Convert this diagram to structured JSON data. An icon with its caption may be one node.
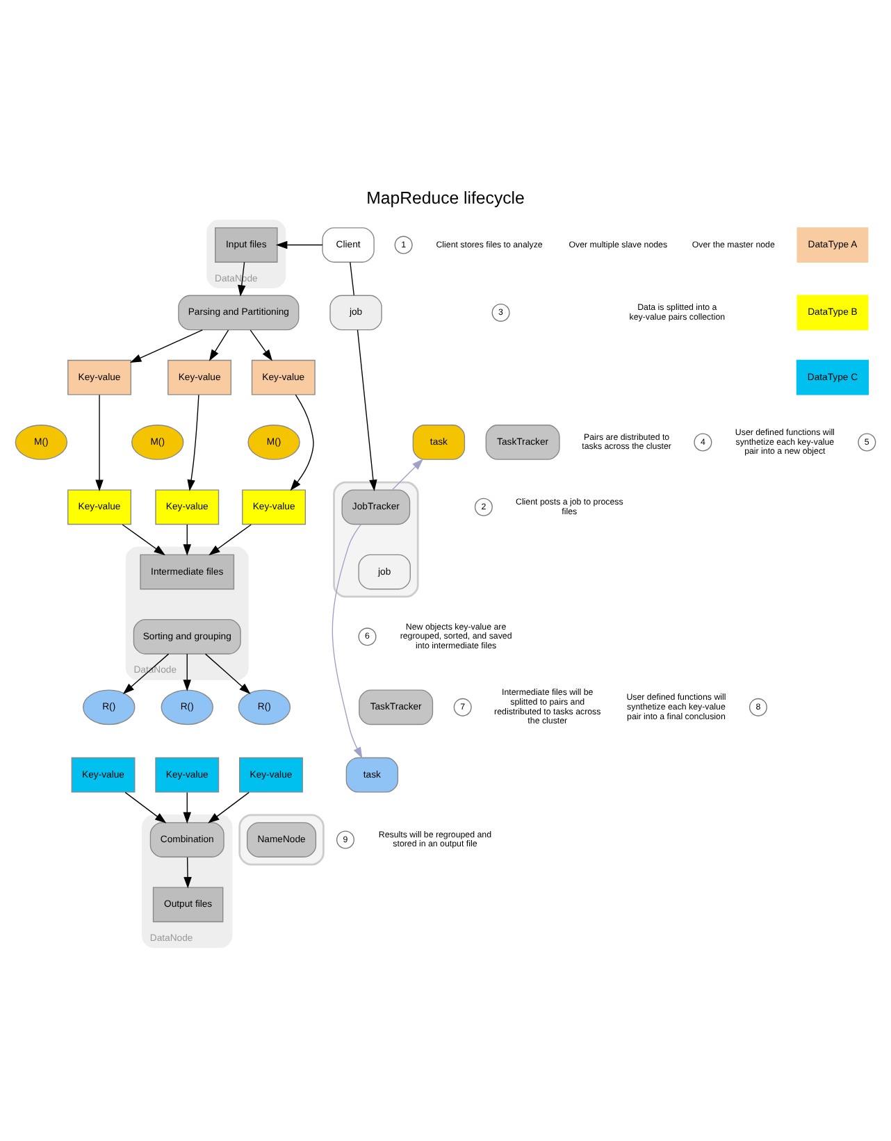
{
  "diagram": {
    "title": "MapReduce lifecycle",
    "nodes": [
      {
        "text": [
          "DataNode"
        ]
      },
      {
        "text": [
          "Input files"
        ],
        "in": 0
      },
      {
        "text": [
          "Parsing and Partitioning"
        ]
      },
      {
        "text": [
          "Key-value"
        ]
      },
      {
        "text": [
          "Key-value"
        ]
      },
      {
        "text": [
          "Key-value"
        ]
      },
      {
        "text": [
          "M()"
        ]
      },
      {
        "text": [
          "M()"
        ]
      },
      {
        "text": [
          "M()"
        ]
      },
      {
        "text": [
          "Key-value"
        ]
      },
      {
        "text": [
          "Key-value"
        ]
      },
      {
        "text": [
          "Key-value"
        ]
      },
      {
        "text": [
          "DataNode"
        ]
      },
      {
        "text": [
          "Intermediate files"
        ],
        "in": 12
      },
      {
        "text": [
          "Sorting and grouping"
        ],
        "in": 12
      },
      {
        "text": [
          "R()"
        ]
      },
      {
        "text": [
          "R()"
        ]
      },
      {
        "text": [
          "R()"
        ]
      },
      {
        "text": [
          "Key-value"
        ]
      },
      {
        "text": [
          "Key-value"
        ]
      },
      {
        "text": [
          "Key-value"
        ]
      },
      {
        "text": [
          "DataNode"
        ]
      },
      {
        "text": [
          "Combination"
        ],
        "in": 21
      },
      {
        "text": [
          "Output files"
        ],
        "in": 21
      },
      {
        "text": [
          "Client"
        ]
      },
      {
        "text": [
          "job"
        ]
      },
      {
        "text": [
          "TaskTracker"
        ]
      },
      {
        "text": [
          "task"
        ]
      },
      {
        "text": [],
        "shape": "box"
      },
      {
        "text": [
          "JobTracker"
        ],
        "in": 28
      },
      {
        "text": [
          "job"
        ],
        "in": 28
      },
      {
        "text": [
          "TaskTracker"
        ]
      },
      {
        "text": [
          "task"
        ]
      },
      {
        "text": [],
        "shape": "box"
      },
      {
        "text": [
          "NameNode"
        ],
        "in": 33
      }
    ],
    "edges": [
      {
        "from": 24,
        "to": 1,
        "arrow": "to"
      },
      {
        "from": 1,
        "to": 2,
        "arrow": "to"
      },
      {
        "from": 2,
        "to": 3,
        "arrow": "to"
      },
      {
        "from": 2,
        "to": 4,
        "arrow": "to"
      },
      {
        "from": 2,
        "to": 5,
        "arrow": "to"
      },
      {
        "from": 3,
        "to": 9,
        "arrow": "to"
      },
      {
        "from": 4,
        "to": 10,
        "arrow": "to"
      },
      {
        "from": 5,
        "to": 11,
        "arrow": "to"
      },
      {
        "from": 9,
        "to": 13,
        "arrow": "to"
      },
      {
        "from": 10,
        "to": 13,
        "arrow": "to"
      },
      {
        "from": 11,
        "to": 13,
        "arrow": "to"
      },
      {
        "from": 14,
        "to": 15,
        "arrow": "to"
      },
      {
        "from": 14,
        "to": 16,
        "arrow": "to"
      },
      {
        "from": 14,
        "to": 17,
        "arrow": "to"
      },
      {
        "from": 18,
        "to": 22,
        "arrow": "to"
      },
      {
        "from": 19,
        "to": 22,
        "arrow": "to"
      },
      {
        "from": 20,
        "to": 22,
        "arrow": "to"
      },
      {
        "from": 22,
        "to": 23,
        "arrow": "to"
      },
      {
        "from": 24,
        "to": 25,
        "arrow": "none"
      },
      {
        "from": 25,
        "to": 29,
        "arrow": "to"
      },
      {
        "from": 29,
        "to": 27,
        "arrow": "to",
        "color": "#a0a0c8"
      },
      {
        "from": 29,
        "to": 32,
        "arrow": "to",
        "color": "#a0a0c8"
      }
    ],
    "labels": [
      "1",
      "Client stores files to analyze",
      "3",
      "Data is splitted into a key-value pairs collection",
      "2",
      "Client posts a job to process files",
      "Pairs are distributed to tasks across the cluster",
      "4",
      "User defined functions will synthetize each key-value pair into a new object",
      "5",
      "6",
      "New objects key-value are regrouped, sorted, and saved into intermediate files",
      "7",
      "Intermediate files will be splitted to pairs and redistributed to tasks across the cluster",
      "User defined functions will synthetize each key-value pair into a final conclusion",
      "8",
      "9",
      "Results will be regrouped and stored in an output file",
      "Over multiple slave nodes",
      "Over the master node"
    ],
    "legend": [
      {
        "text": "DataType A",
        "color": "#f8cba0"
      },
      {
        "text": "DataType B",
        "color": "#ffff00"
      },
      {
        "text": "DataType C",
        "color": "#00c0ef"
      }
    ]
  }
}
